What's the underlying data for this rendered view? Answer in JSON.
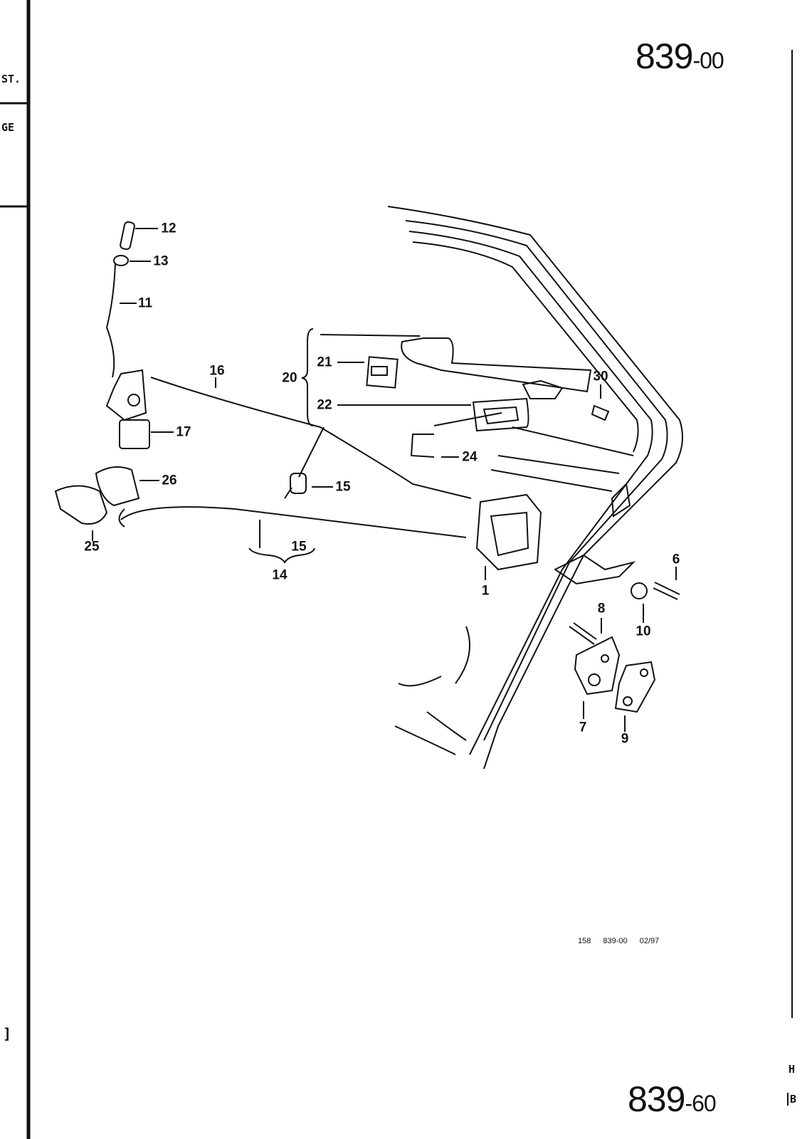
{
  "header": {
    "page_number": "839",
    "page_suffix": "-00"
  },
  "footer": {
    "page_number": "839",
    "page_suffix": "-60",
    "ref_code": "158  839-00  02/97"
  },
  "left_edge": {
    "text1": "ST.",
    "text2": "GE",
    "bracket": "]"
  },
  "right_edge": {
    "text1": "H",
    "text2": "B"
  },
  "callouts": [
    "12",
    "13",
    "11",
    "16",
    "20",
    "21",
    "22",
    "30",
    "24",
    "17",
    "26",
    "15",
    "25",
    "15",
    "14",
    "1",
    "6",
    "10",
    "8",
    "7",
    "9"
  ]
}
